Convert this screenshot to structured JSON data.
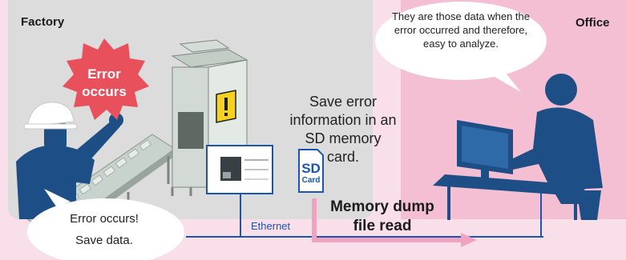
{
  "zones": {
    "factory": "Factory",
    "office": "Office"
  },
  "error_burst": {
    "line1": "Error",
    "line2": "occurs"
  },
  "save_text": "Save error information in an SD memory card.",
  "sd_card": {
    "top": "SD",
    "bottom": "Card"
  },
  "office_bubble": "They are those data when the error occurred and therefore, easy to analyze.",
  "factory_bubble": {
    "line1": "Error occurs!",
    "line2": "Save data."
  },
  "dump_label": {
    "line1": "Memory dump",
    "line2": "file read"
  },
  "network_label": "Ethernet",
  "colors": {
    "burst": "#e8505b",
    "silhouette": "#1d4f86",
    "arrow": "#f0a3c0",
    "network": "#1a56b0",
    "factory_bg": "#dcdcdc",
    "office_bg": "#f4bfd3"
  },
  "icons": [
    "error-burst",
    "warning-icon",
    "sd-card-icon",
    "computer-monitor-icon"
  ]
}
